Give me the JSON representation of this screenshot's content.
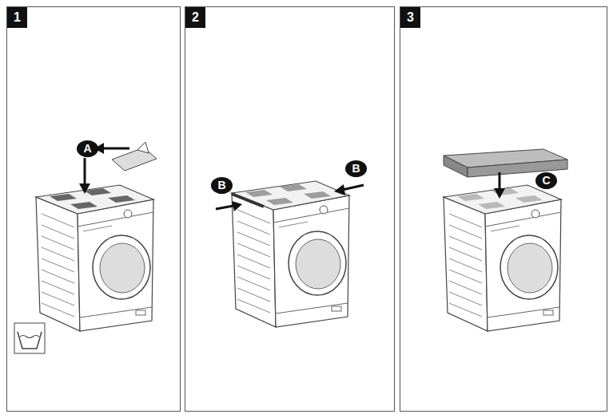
{
  "diagram": {
    "nodes": [
      {
        "text": [
          "1"
        ]
      },
      {
        "text": [
          "2"
        ]
      },
      {
        "text": [
          "3"
        ]
      }
    ],
    "labels": [
      "A",
      "B",
      "B",
      "C"
    ]
  }
}
